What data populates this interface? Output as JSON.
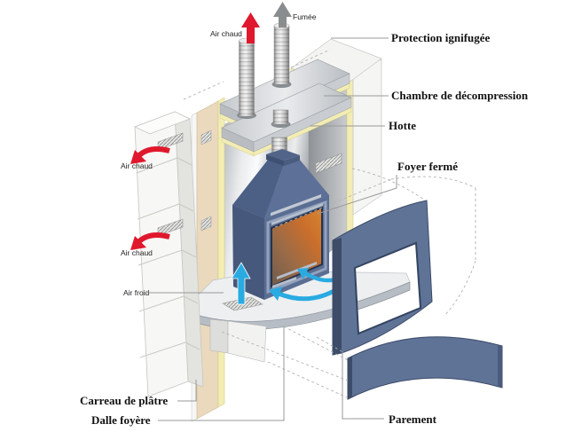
{
  "diagram": {
    "annotations": {
      "fumee": {
        "text": "Fumée"
      },
      "air_chaud_top": {
        "text": "Air chaud"
      },
      "protection": {
        "text": "Protection ignifugée"
      },
      "chambre": {
        "text": "Chambre de décompression"
      },
      "hotte": {
        "text": "Hotte"
      },
      "foyer": {
        "text": "Foyer fermé"
      },
      "air_chaud_1": {
        "text": "Air chaud"
      },
      "air_chaud_2": {
        "text": "Air chaud"
      },
      "air_froid": {
        "text": "Air froid"
      },
      "carreau": {
        "text": "Carreau de plâtre"
      },
      "dalle": {
        "text": "Dalle foyère"
      },
      "parement": {
        "text": "Parement"
      }
    },
    "colors": {
      "hot_air_red": "#e0182d",
      "cold_air_blue": "#29abe2",
      "smoke_gray": "#8a8d90",
      "insulation_yellow": "#f2edb4",
      "plaster_beige": "#ead9bd",
      "firebox_blue": "#5a6e93",
      "firebox_dark": "#46587c",
      "parement_blue": "#5f7397",
      "glass_orange": "#cc7030",
      "steel_silver": "#d9dcdf"
    }
  }
}
